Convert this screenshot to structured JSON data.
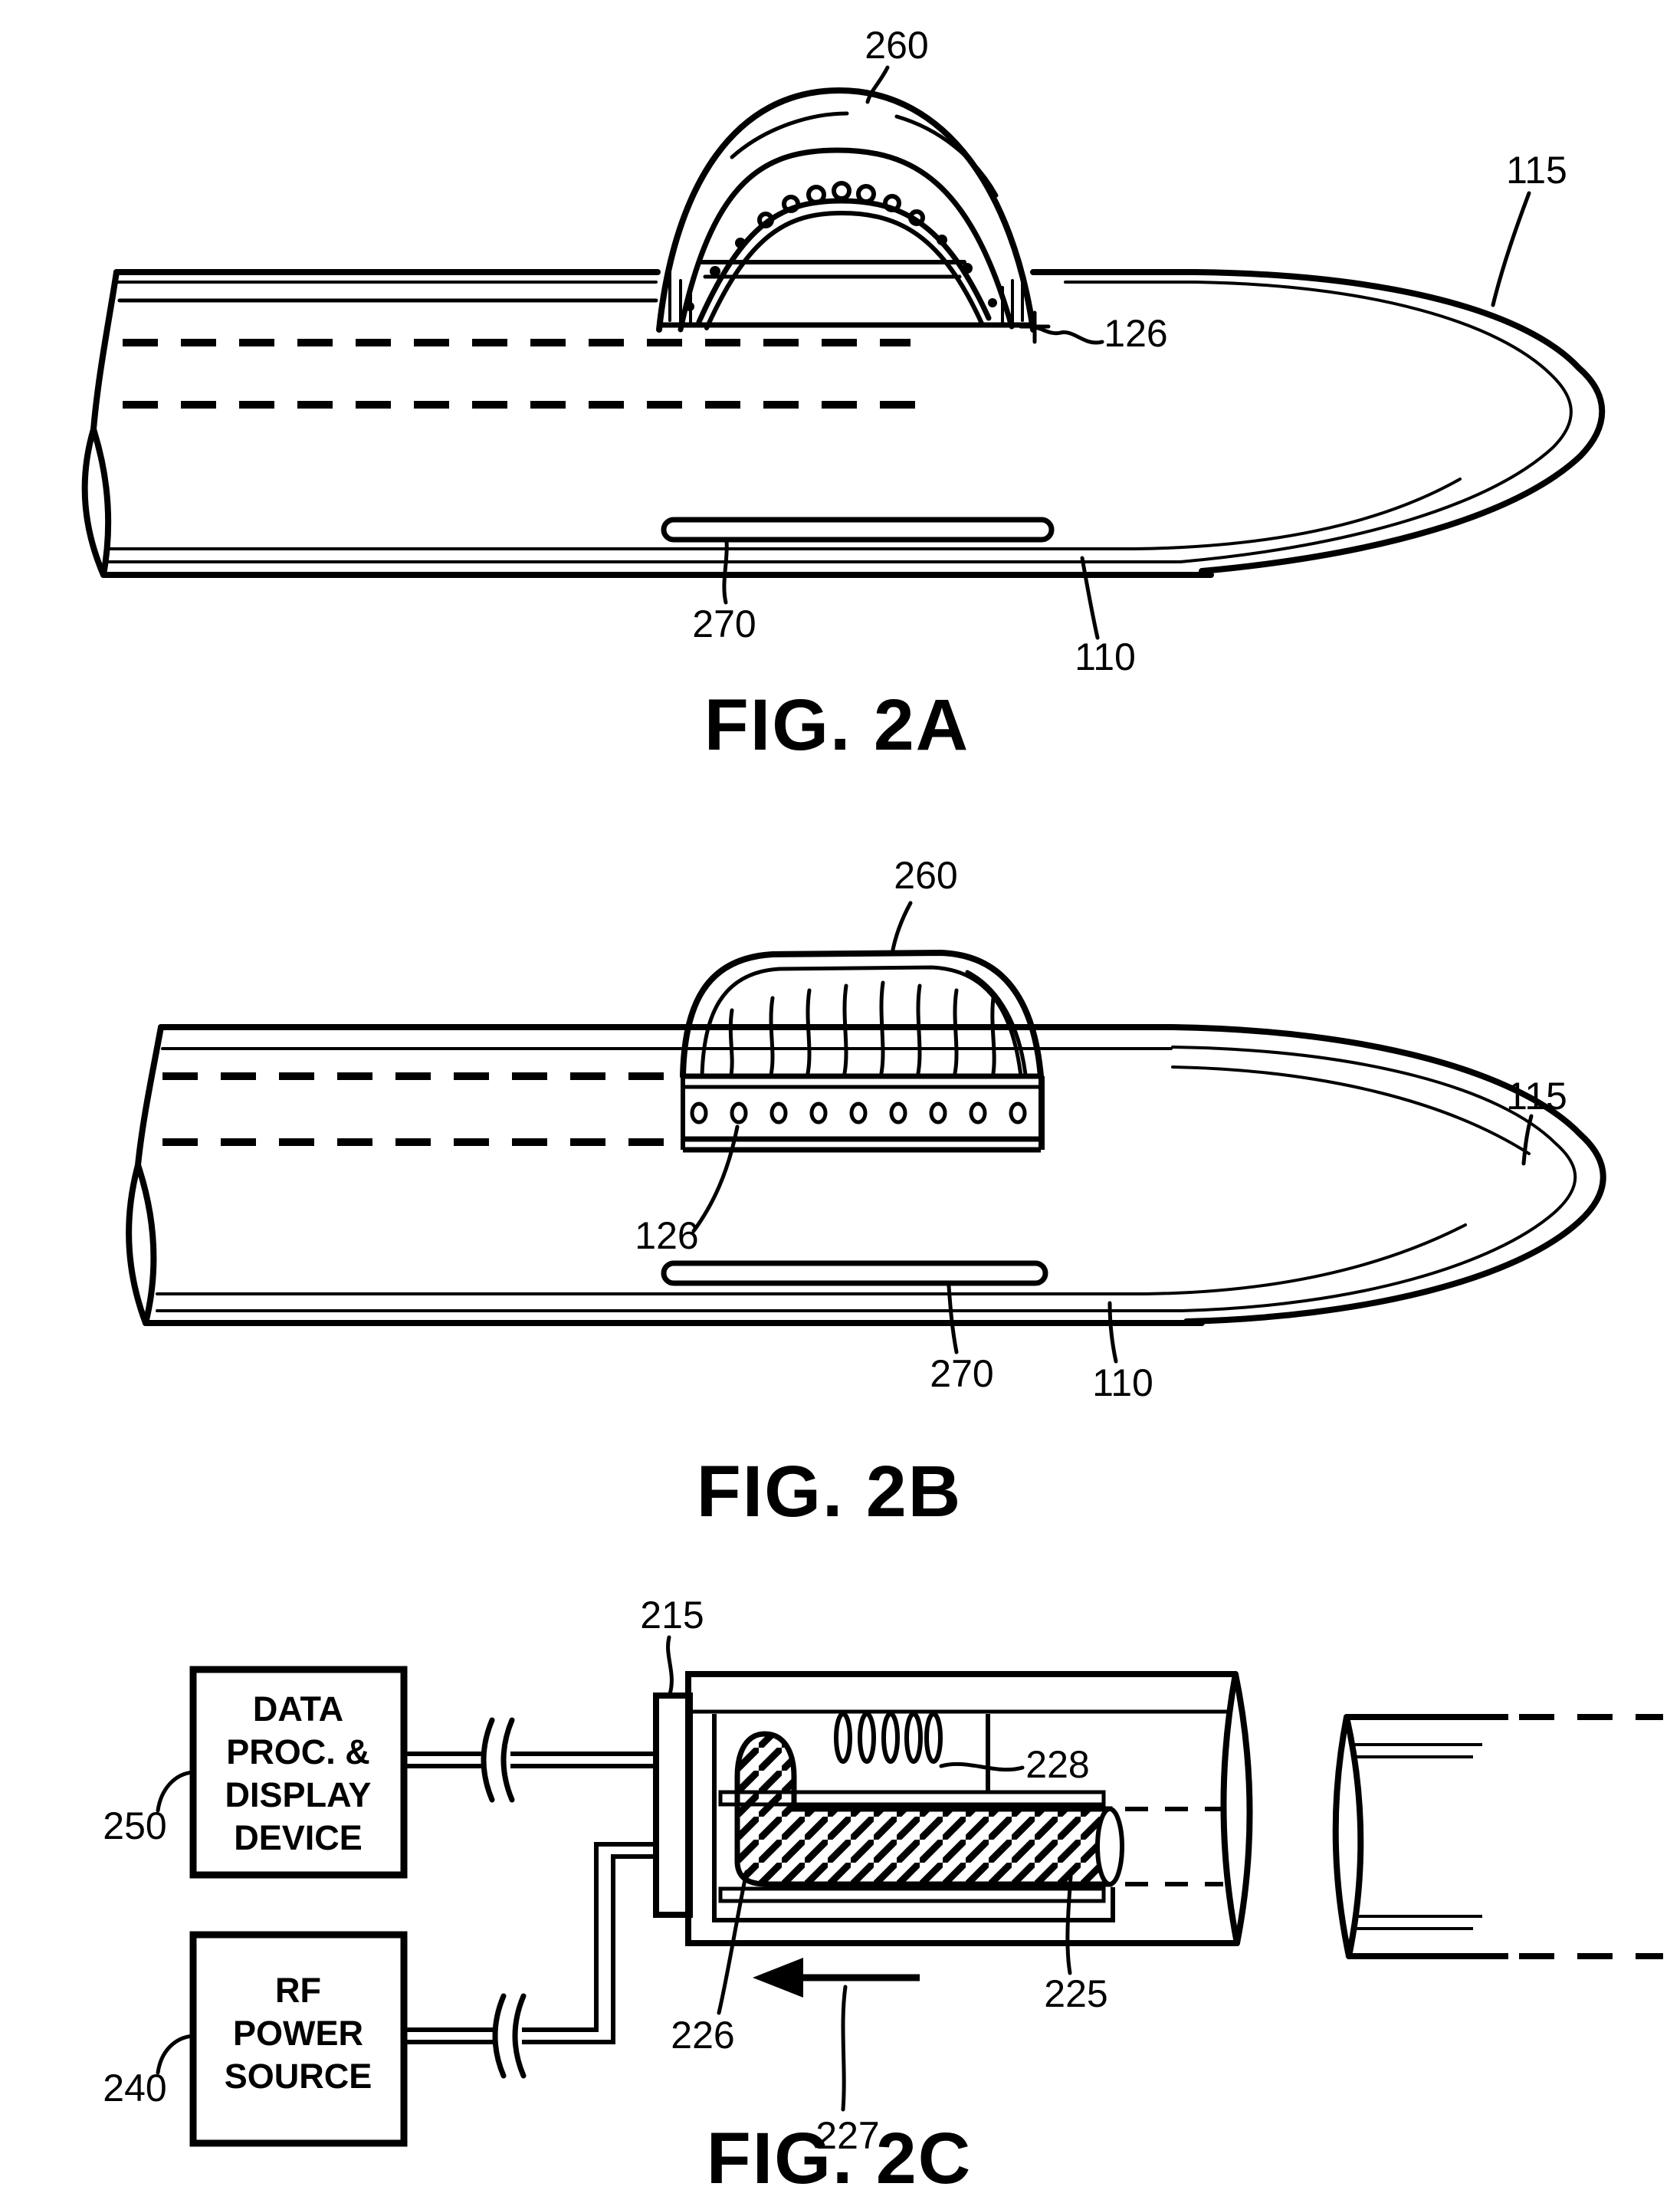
{
  "page": {
    "type": "patent-drawing-sheet",
    "background": "#ffffff",
    "ink": "#000000"
  },
  "figures": {
    "fig2a": {
      "caption": "FIG. 2A",
      "labels": {
        "balloon": "260",
        "distal_tip": "115",
        "apertures": "126",
        "slot": "270",
        "shaft": "110"
      }
    },
    "fig2b": {
      "caption": "FIG. 2B",
      "labels": {
        "balloon": "260",
        "distal_tip": "115",
        "apertures": "126",
        "slot": "270",
        "shaft": "110"
      }
    },
    "fig2c": {
      "caption": "FIG. 2C",
      "labels": {
        "housing": "215",
        "data_device": "250",
        "rf_source": "240",
        "coil": "228",
        "block": "226",
        "movement": "227",
        "core": "225"
      },
      "data_device_box": {
        "lines": [
          "DATA",
          "PROC. &",
          "DISPLAY",
          "DEVICE"
        ]
      },
      "rf_source_box": {
        "lines": [
          "RF",
          "POWER",
          "SOURCE"
        ]
      }
    }
  }
}
